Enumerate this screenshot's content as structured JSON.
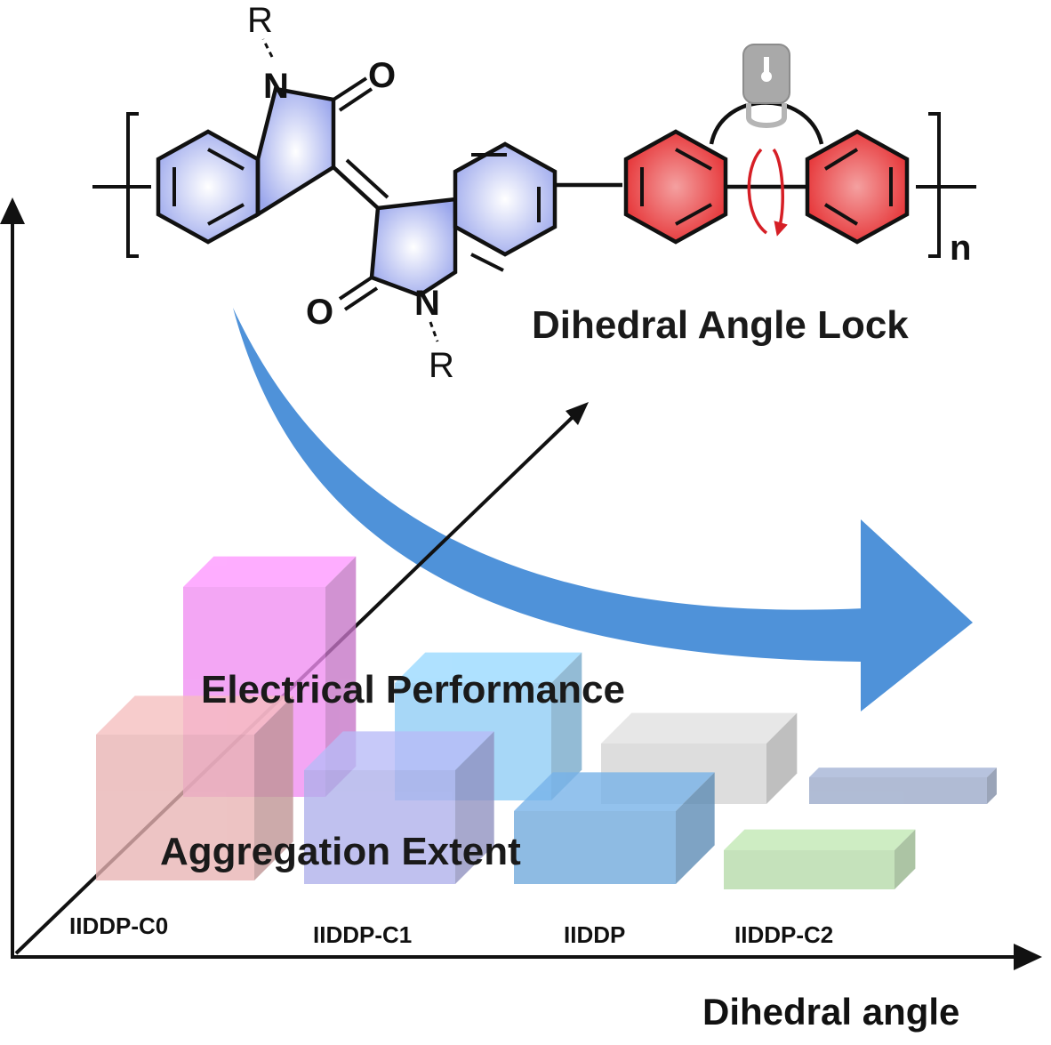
{
  "structure": {
    "r_group_top": "R",
    "r_group_bottom": "R",
    "nitrogen_top": "N",
    "nitrogen_bottom": "N",
    "oxygen_top": "O",
    "oxygen_bottom": "O",
    "repeat_subscript": "n",
    "lock_caption": "Dihedral Angle Lock"
  },
  "labels": {
    "electrical": "Electrical Performance",
    "aggregation": "Aggregation Extent",
    "x_axis": "Dihedral angle"
  },
  "samples": [
    "IIDDP-C0",
    "IIDDP-C1",
    "IIDDP",
    "IIDDP-C2"
  ],
  "colors": {
    "ring_blue": "#b9c1f0",
    "ring_red": "#e8383b",
    "arrow_blue": "#4f92d9",
    "electrical_boxes": [
      "#f08ef2",
      "#8fcdf6",
      "#d4d4d4",
      "#9aa9c9"
    ],
    "aggregation_boxes": [
      "#e8b3b3",
      "#aeb0ea",
      "#6fa8dc",
      "#b6dba9"
    ]
  },
  "chart_data": {
    "type": "bar",
    "xlabel": "Dihedral angle",
    "categories": [
      "IIDDP-C0",
      "IIDDP-C1",
      "IIDDP",
      "IIDDP-C2"
    ],
    "series": [
      {
        "name": "Electrical Performance",
        "values": [
          4,
          3,
          2,
          1
        ]
      },
      {
        "name": "Aggregation Extent",
        "values": [
          4,
          3,
          2,
          1
        ]
      }
    ]
  }
}
